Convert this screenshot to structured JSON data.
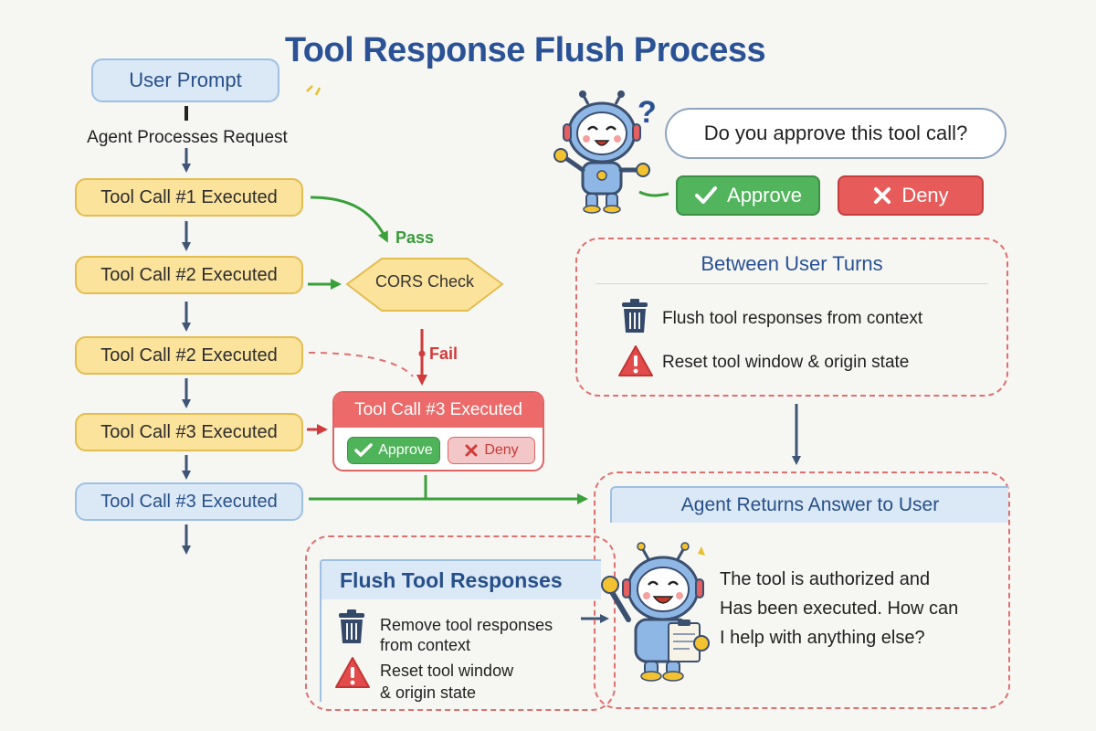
{
  "title": "Tool Response Flush Process",
  "flow": {
    "user_prompt": "User Prompt",
    "agent_processes": "Agent Processes Request",
    "tool_call_1": "Tool Call #1 Executed",
    "tool_call_2a": "Tool Call #2 Executed",
    "tool_call_2b": "Tool Call #2 Executed",
    "tool_call_3a": "Tool Call #3 Executed",
    "tool_call_3b": "Tool Call #3 Executed"
  },
  "cors": {
    "label": "CORS Check",
    "pass": "Pass",
    "fail": "Fail"
  },
  "tool_call_3_card": {
    "header": "Tool Call #3 Executed",
    "approve": "Approve",
    "deny": "Deny"
  },
  "approval": {
    "question": "Do you approve this tool call?",
    "question_mark": "?",
    "approve": "Approve",
    "deny": "Deny"
  },
  "between_turns": {
    "title": "Between User Turns",
    "items": [
      {
        "icon": "trash-icon",
        "text": "Flush tool responses from context"
      },
      {
        "icon": "warning-icon",
        "text": "Reset tool window & origin state"
      }
    ]
  },
  "answer": {
    "title": "Agent Returns Answer to User",
    "lines": [
      "The tool is authorized and",
      "Has been executed. How can",
      "I help with anything else?"
    ]
  },
  "flush": {
    "title": "Flush Tool Responses",
    "items": [
      {
        "icon": "trash-icon",
        "lines": [
          "Remove tool responses",
          "from context"
        ]
      },
      {
        "icon": "warning-icon",
        "lines": [
          "Reset tool window",
          "& origin state"
        ]
      }
    ]
  },
  "colors": {
    "title_blue": "#2a5295",
    "tool_yellow": "#fbe39c",
    "tool_blue": "#dbe8f6",
    "pass_green": "#3a9a3a",
    "fail_red": "#d23b3b",
    "approve_green": "#52b55e",
    "deny_red": "#e85b5b"
  }
}
